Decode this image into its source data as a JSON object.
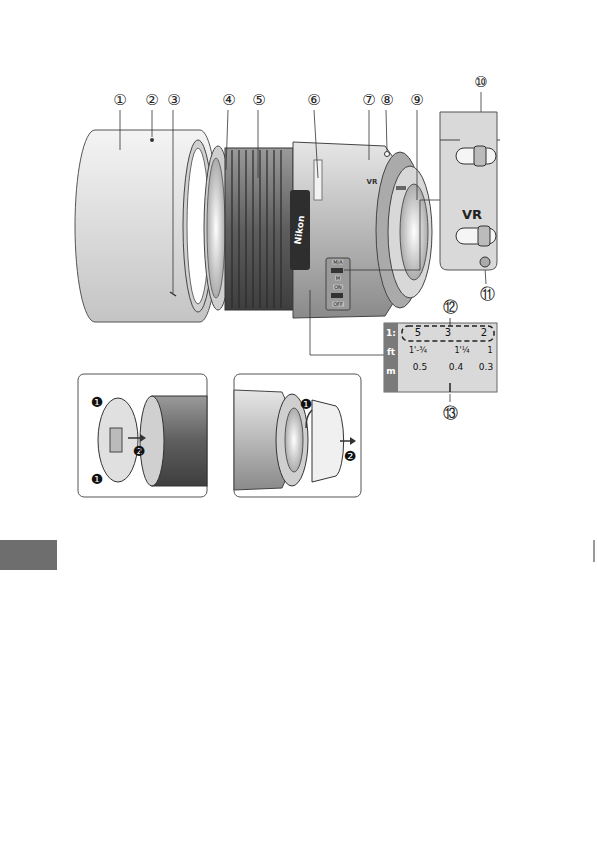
{
  "diagram": {
    "labels": [
      "①",
      "②",
      "③",
      "④",
      "⑤",
      "⑥",
      "⑦",
      "⑧",
      "⑨",
      "⑩",
      "⑪",
      "⑫",
      "⑬",
      "VR",
      "1:",
      "ft",
      "m",
      "5",
      "3",
      "2",
      "1'-¾",
      "1'¼",
      "1",
      "0.5",
      "0.4",
      "0.3",
      "❶",
      "❷",
      "❶",
      "❶",
      "❷",
      "Nikon",
      "VR",
      "M/A",
      "M",
      "ON",
      "OFF"
    ]
  }
}
